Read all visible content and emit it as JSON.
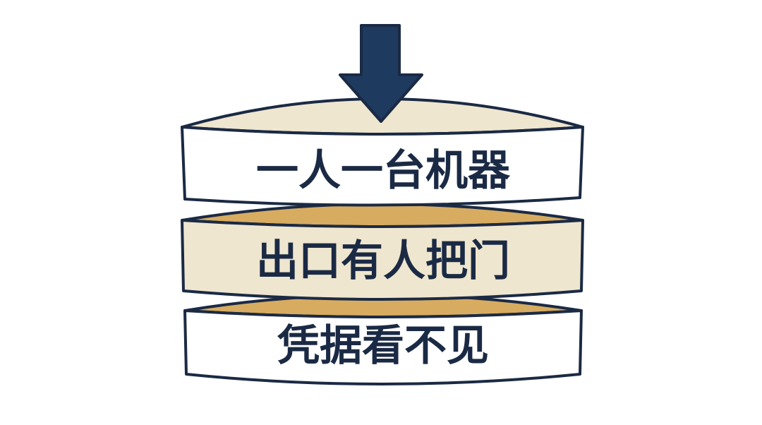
{
  "layers": [
    {
      "label": "一人一台机器",
      "face_color": "#ffffff",
      "top_color": "#efe6cf"
    },
    {
      "label": "出口有人把门",
      "face_color": "#efe6cf",
      "top_color": "#d7ac61"
    },
    {
      "label": "凭据看不见",
      "face_color": "#ffffff",
      "top_color": "#d7ac61"
    }
  ],
  "colors": {
    "outline": "#1b2a44",
    "arrow_fill": "#1f3a5f",
    "text": "#1b2a44",
    "background": "#ffffff"
  },
  "arrow": {
    "direction": "down",
    "icon": "down-arrow-icon"
  }
}
